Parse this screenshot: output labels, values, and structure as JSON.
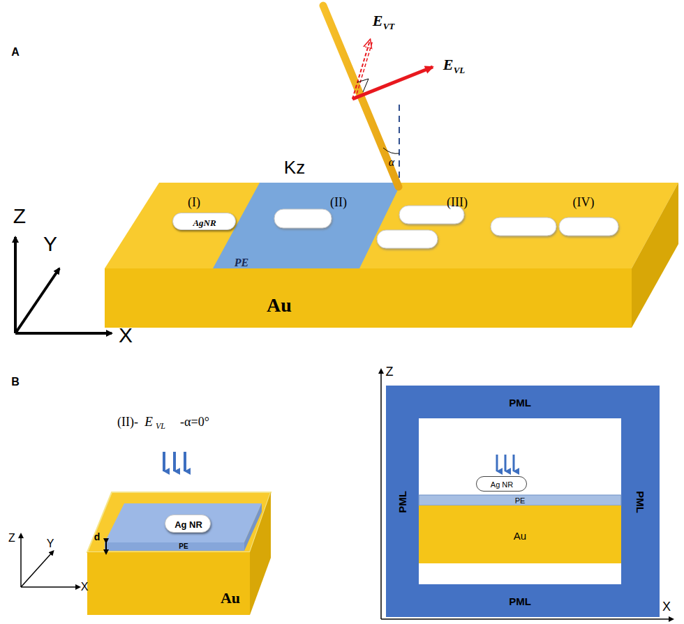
{
  "diagram": {
    "nodes": [
      {
        "text": [
          "Au"
        ]
      },
      {
        "text": [
          "PE"
        ],
        "in": 0
      },
      {
        "text": [
          "AgNR"
        ],
        "in": 0
      },
      {
        "text": [
          "Au"
        ]
      },
      {
        "text": [
          "PE"
        ],
        "in": 3
      },
      {
        "text": [
          "Ag NR"
        ],
        "in": 4
      },
      {
        "text": [
          "PML",
          "PML",
          "PML",
          "PML"
        ]
      },
      {
        "text": [
          "Ag NR"
        ],
        "in": 6
      },
      {
        "text": [
          "PE"
        ],
        "in": 6
      },
      {
        "text": [
          "Au"
        ],
        "in": 6
      }
    ],
    "labels": [
      "A",
      "Kz",
      "E",
      "VT",
      "E",
      "VL",
      "α",
      "(I)",
      "(II)",
      "(III)",
      "(IV)",
      "Z",
      "Y",
      "X",
      "B",
      "(II)-",
      "E",
      "VL",
      "-α=0°",
      "d",
      "Z",
      "Y",
      "X",
      "Z",
      "X"
    ]
  }
}
